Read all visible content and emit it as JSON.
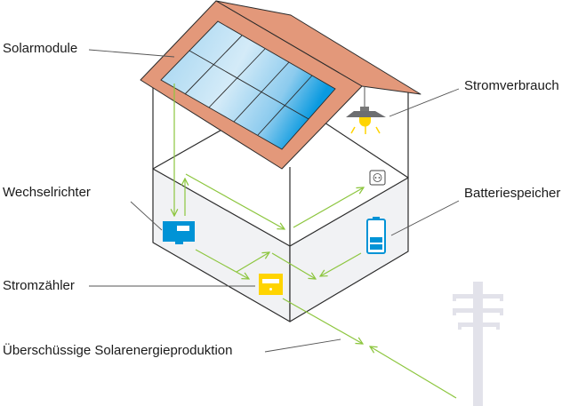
{
  "labels": {
    "solar_modules": "Solarmodule",
    "consumption": "Stromverbrauch",
    "inverter": "Wechselrichter",
    "battery": "Batteriespeicher",
    "meter": "Stromzähler",
    "surplus": "Überschüssige Solarenergieproduktion"
  },
  "colors": {
    "flow_arrow": "#8dc63f",
    "roof": "#e3987a",
    "inverter": "#0093d6",
    "meter": "#ffd400",
    "battery": "#0093d6",
    "wall": "#f1f2f4",
    "pylon": "#e2e2ea",
    "lamp_bulb": "#ffd400"
  }
}
